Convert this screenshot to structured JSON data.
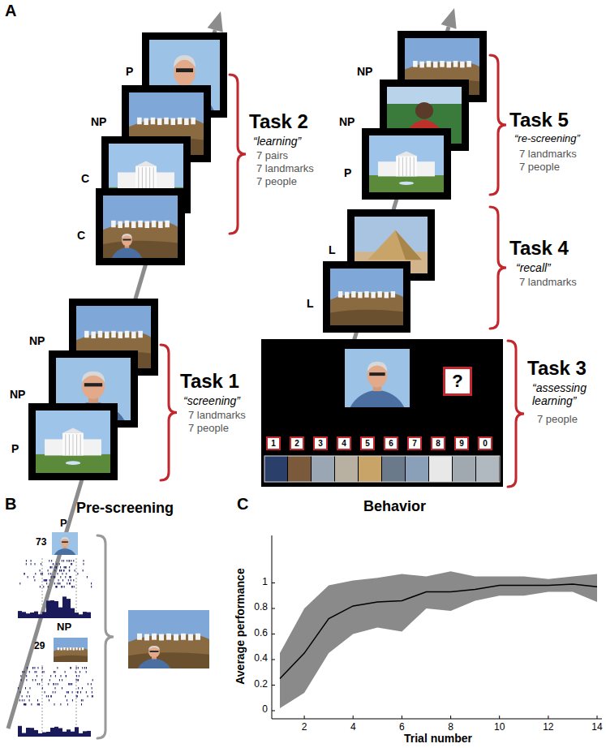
{
  "diagram": {
    "nodes": [
      {
        "text": [
          "?"
        ]
      },
      {
        "text": [
          "1"
        ]
      },
      {
        "text": [
          "2"
        ]
      },
      {
        "text": [
          "3"
        ]
      },
      {
        "text": [
          "4"
        ]
      },
      {
        "text": [
          "5"
        ]
      },
      {
        "text": [
          "6"
        ]
      },
      {
        "text": [
          "7"
        ]
      },
      {
        "text": [
          "8"
        ]
      },
      {
        "text": [
          "9"
        ]
      },
      {
        "text": [
          "0"
        ]
      }
    ],
    "labels": [
      "A",
      "P",
      "NP",
      "C",
      "C",
      "Task 2",
      "“learning”",
      "7 pairs",
      "7 landmarks",
      "7 people",
      "NP",
      "NP",
      "P",
      "Task 1",
      "“screening”",
      "7 landmarks",
      "7 people",
      "NP",
      "NP",
      "P",
      "Task 5",
      "“re-screening”",
      "7 landmarks",
      "7 people",
      "L",
      "L",
      "Task 4",
      "“recall”",
      "7 landmarks",
      "Task 3",
      "“assessing learning”",
      "7 people",
      "B",
      "Pre-screening",
      "P",
      "73",
      "NP",
      "29",
      "C",
      "Behavior",
      "Average performance",
      "Trial number",
      "0",
      "0.2",
      "0.4",
      "0.6",
      "0.8",
      "1",
      "2",
      "4",
      "6",
      "8",
      "10",
      "12",
      "14"
    ]
  }
}
